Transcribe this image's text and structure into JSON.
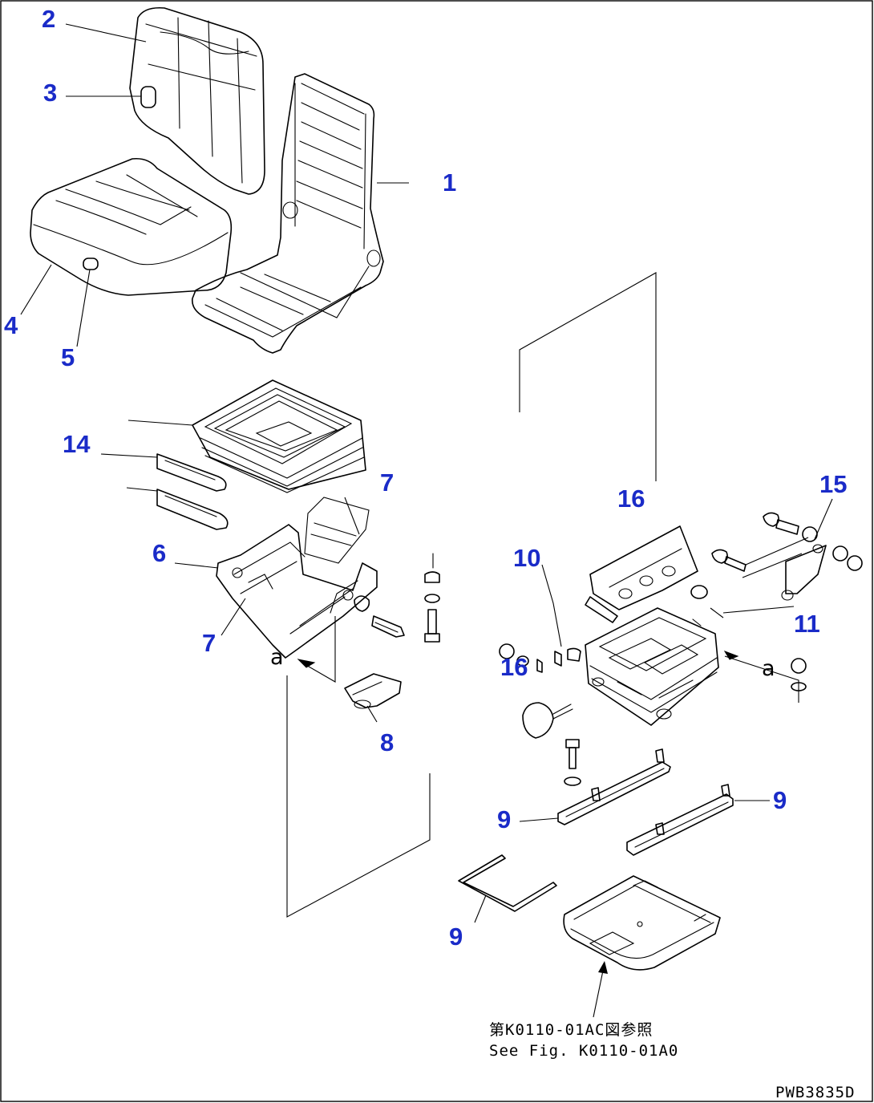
{
  "drawing_number": "PWB3835D",
  "note": {
    "line_jp": "第K0110-01AC図参照",
    "line_en": "See Fig. K0110-01A0"
  },
  "reference_letter": "a",
  "callouts": [
    {
      "id": "c1",
      "label": "1"
    },
    {
      "id": "c2",
      "label": "2"
    },
    {
      "id": "c3",
      "label": "3"
    },
    {
      "id": "c4",
      "label": "4"
    },
    {
      "id": "c5",
      "label": "5"
    },
    {
      "id": "c6",
      "label": "6"
    },
    {
      "id": "c7a",
      "label": "7"
    },
    {
      "id": "c7b",
      "label": "7"
    },
    {
      "id": "c8",
      "label": "8"
    },
    {
      "id": "c9a",
      "label": "9"
    },
    {
      "id": "c9b",
      "label": "9"
    },
    {
      "id": "c9c",
      "label": "9"
    },
    {
      "id": "c10",
      "label": "10"
    },
    {
      "id": "c11",
      "label": "11"
    },
    {
      "id": "c14",
      "label": "14"
    },
    {
      "id": "c15",
      "label": "15"
    },
    {
      "id": "c16a",
      "label": "16"
    },
    {
      "id": "c16b",
      "label": "16"
    }
  ]
}
